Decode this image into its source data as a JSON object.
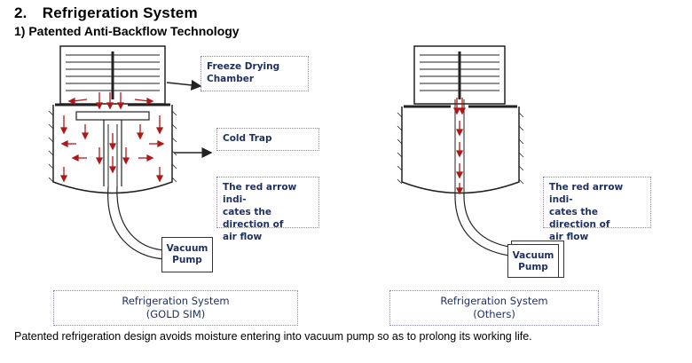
{
  "header": {
    "section_title": "2. Refrigeration System",
    "subtitle": "1) Patented Anti-Backflow Technology"
  },
  "left": {
    "freeze_label": "Freeze Drying\nChamber",
    "cold_trap_label": "Cold Trap",
    "airflow_note": "The red arrow indi-\ncates the direction of\nair flow",
    "pump_label": "Vacuum\nPump",
    "caption": "Refrigeration System\n(GOLD SIM)"
  },
  "right": {
    "airflow_note": "The red arrow indi-\ncates the direction of\nair flow",
    "pump_label": "Vacuum\nPump",
    "caption": "Refrigeration System\n(Others)"
  },
  "footer": {
    "text": "Patented refrigeration design avoids moisture entering into vacuum pump so as to prolong its working life."
  },
  "colors": {
    "arrow": "#b01818",
    "line": "#222222",
    "label_text": "#1d2f5e"
  }
}
